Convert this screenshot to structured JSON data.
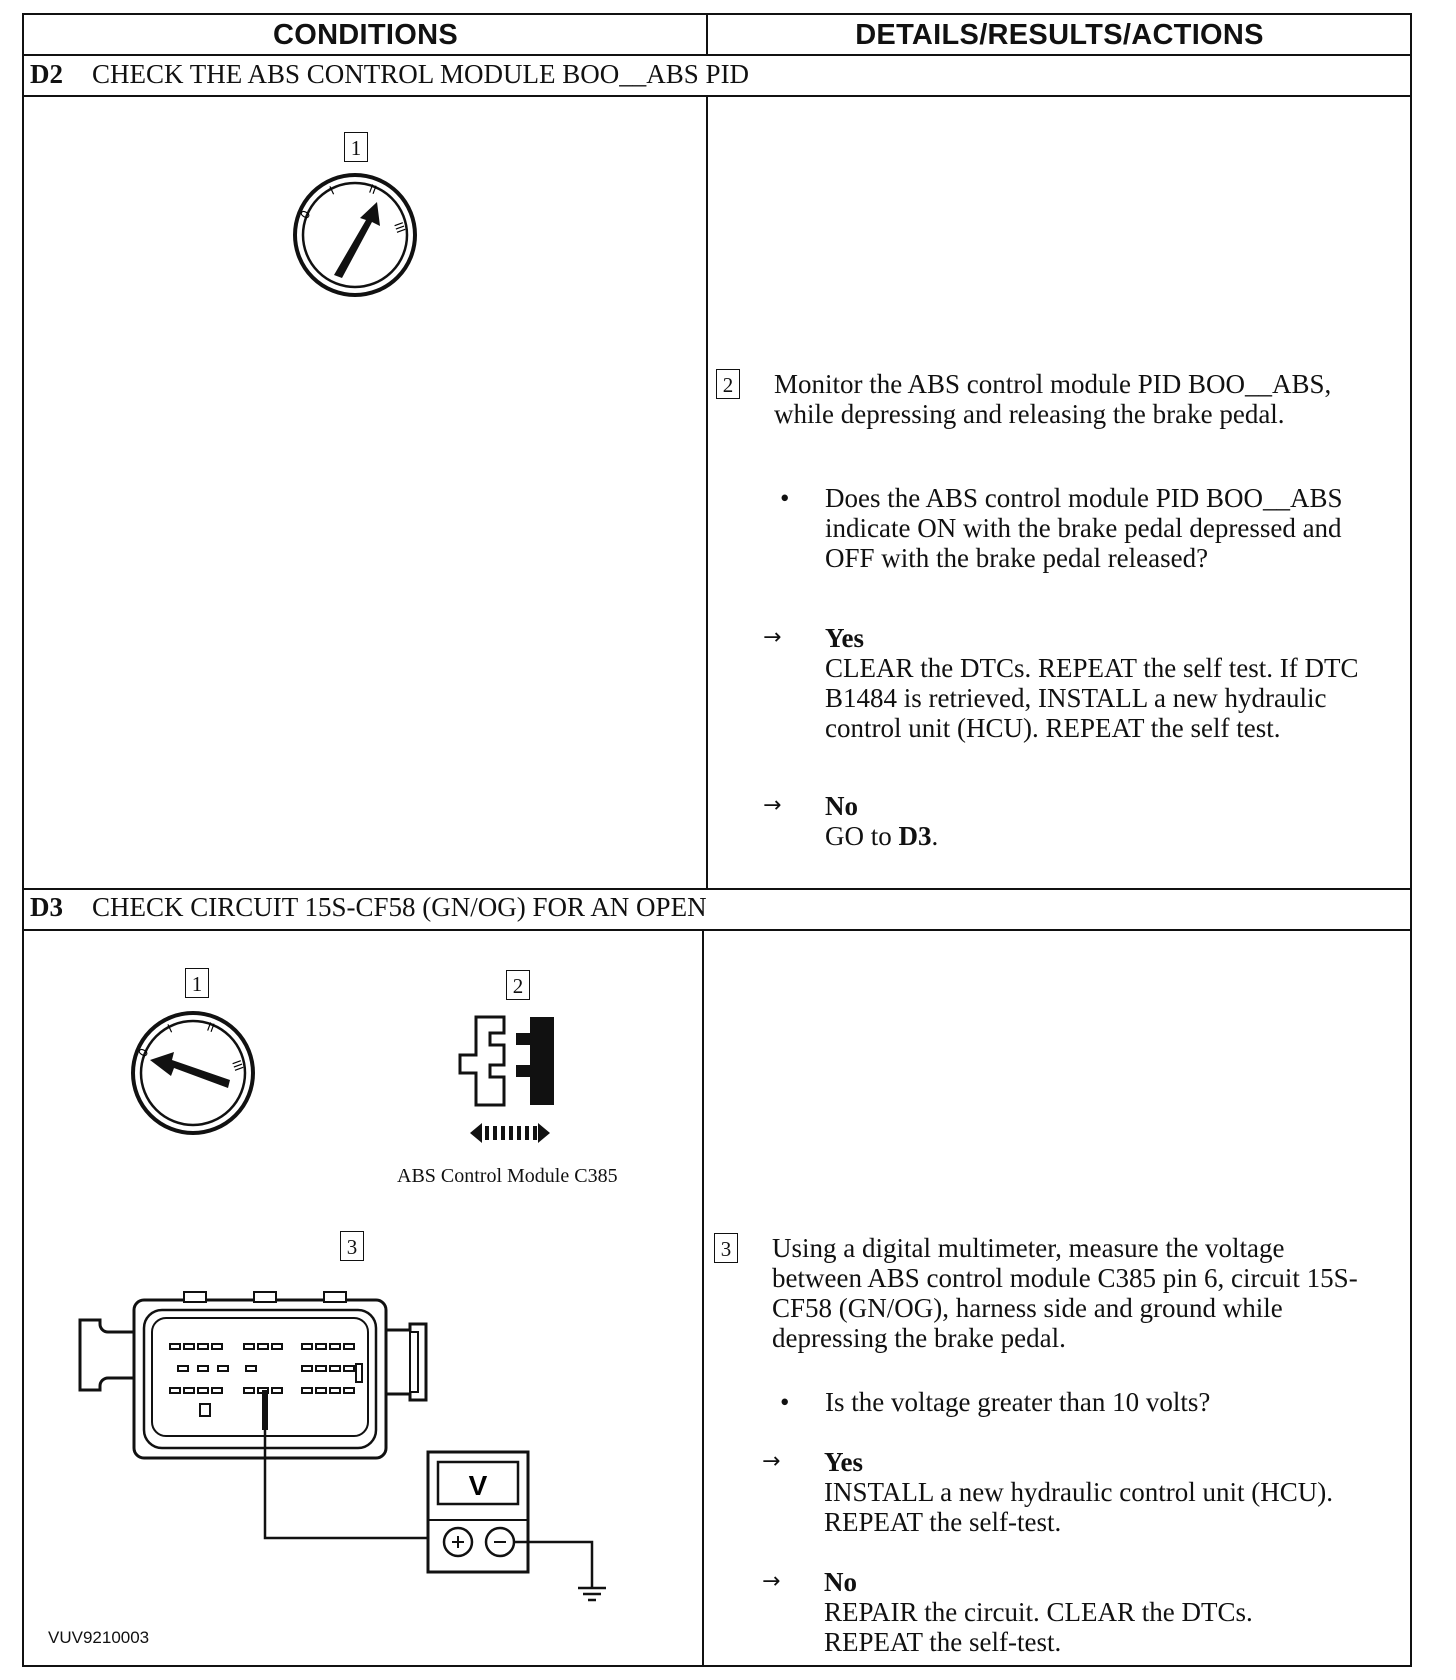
{
  "columns": {
    "conditions": "CONDITIONS",
    "details": "DETAILS/RESULTS/ACTIONS"
  },
  "d2": {
    "step_id": "D2",
    "step_title": "CHECK THE ABS CONTROL MODULE BOO__ABS PID",
    "figure_label_1": "1",
    "action_number": "2",
    "action_text": "Monitor the ABS control module PID BOO__ABS, while depressing and releasing the brake pedal.",
    "question": "Does the ABS control module PID BOO__ABS indicate ON with the brake pedal depressed and OFF with the brake pedal released?",
    "yes_label": "Yes",
    "yes_text": "CLEAR the DTCs. REPEAT the self test. If DTC B1484 is retrieved, INSTALL a new hydraulic control unit (HCU). REPEAT the self test.",
    "no_label": "No",
    "no_text_prefix": "GO to ",
    "no_text_target": "D3",
    "no_text_suffix": "."
  },
  "d3": {
    "step_id": "D3",
    "step_title": "CHECK CIRCUIT 15S-CF58 (GN/OG) FOR AN OPEN",
    "figure_label_1": "1",
    "figure_label_2": "2",
    "figure_label_3": "3",
    "connector_caption": "ABS Control Module C385",
    "meter_label": "V",
    "figure_id": "VUV9210003",
    "action_number": "3",
    "action_text": "Using a digital multimeter, measure the voltage between ABS control module C385 pin 6, circuit 15S-CF58 (GN/OG), harness side and ground while depressing the brake pedal.",
    "question": "Is the voltage greater than 10 volts?",
    "yes_label": "Yes",
    "yes_text": "INSTALL a new hydraulic control unit (HCU). REPEAT the self-test.",
    "no_label": "No",
    "no_text": "REPAIR the circuit. CLEAR the DTCs. REPEAT the self-test."
  },
  "icons": {
    "bullet": "•",
    "arrow": "→"
  }
}
